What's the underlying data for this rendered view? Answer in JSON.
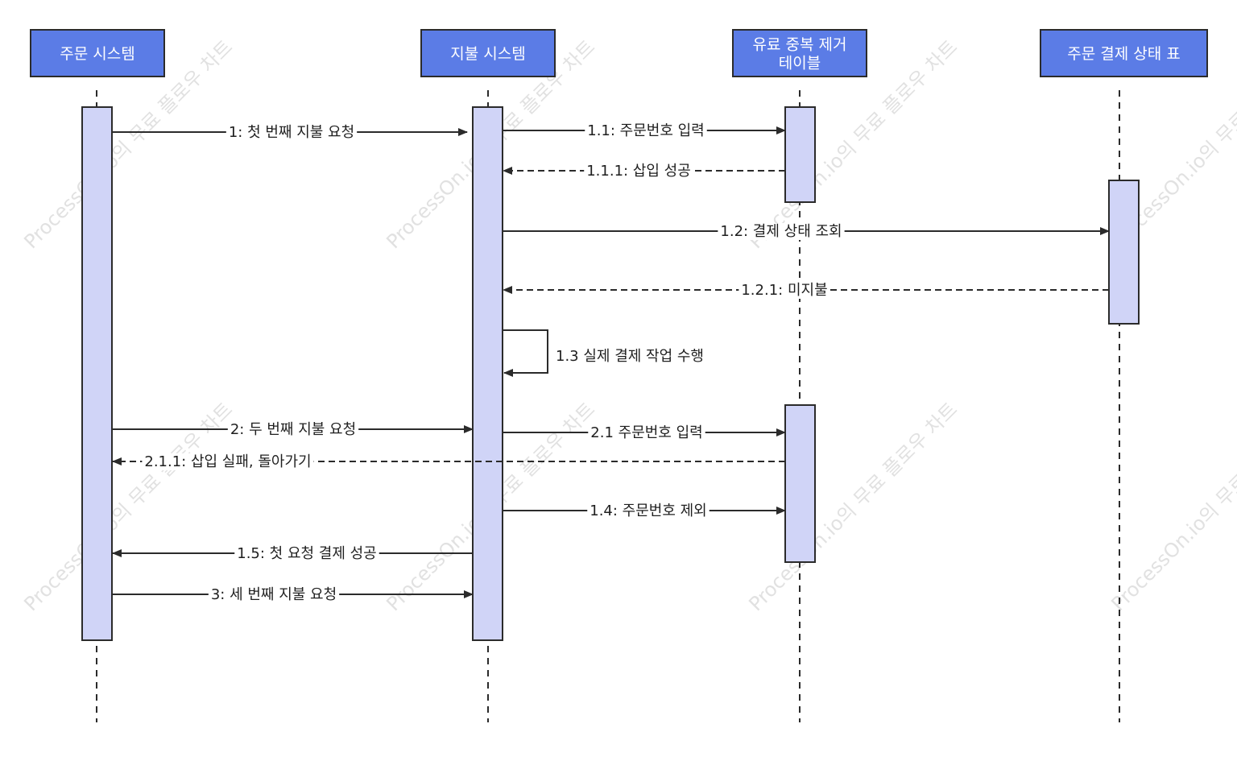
{
  "participants": [
    {
      "id": "p1",
      "label": [
        "주문 시스템"
      ]
    },
    {
      "id": "p2",
      "label": [
        "지불 시스템"
      ]
    },
    {
      "id": "p3",
      "label": [
        "유료 중복 제거",
        "테이블"
      ]
    },
    {
      "id": "p4",
      "label": [
        "주문 결제 상태 표"
      ]
    }
  ],
  "messages": [
    {
      "label": "1: 첫 번째 지불 요청",
      "from": "p1",
      "to": "p2",
      "style": "solid"
    },
    {
      "label": "1.1: 주문번호 입력",
      "from": "p2",
      "to": "p3",
      "style": "solid"
    },
    {
      "label": "1.1.1: 삽입 성공",
      "from": "p3",
      "to": "p2",
      "style": "dashed"
    },
    {
      "label": "1.2: 결제 상태 조회",
      "from": "p2",
      "to": "p4",
      "style": "solid"
    },
    {
      "label": "1.2.1: 미지불",
      "from": "p4",
      "to": "p2",
      "style": "dashed"
    },
    {
      "label": "1.3 실제 결제 작업 수행",
      "from": "p2",
      "to": "p2",
      "style": "self"
    },
    {
      "label": "2: 두 번째 지불 요청",
      "from": "p1",
      "to": "p2",
      "style": "solid"
    },
    {
      "label": "2.1 주문번호 입력",
      "from": "p2",
      "to": "p3",
      "style": "solid"
    },
    {
      "label": "2.1.1: 삽입 실패, 돌아가기",
      "from": "p3",
      "to": "p1",
      "style": "dashed"
    },
    {
      "label": "1.4: 주문번호 제외",
      "from": "p2",
      "to": "p3",
      "style": "solid"
    },
    {
      "label": "1.5: 첫 요청 결제 성공",
      "from": "p2",
      "to": "p1",
      "style": "solid"
    },
    {
      "label": "3: 세 번째 지불 요청",
      "from": "p1",
      "to": "p2",
      "style": "solid"
    }
  ],
  "watermark": [
    "ProcessOn.io의 무료 플로우 차트"
  ],
  "colors": {
    "actor_fill": "#5b7ce6",
    "activation_fill": "#d0d4f7",
    "line": "#2b2b2b"
  }
}
